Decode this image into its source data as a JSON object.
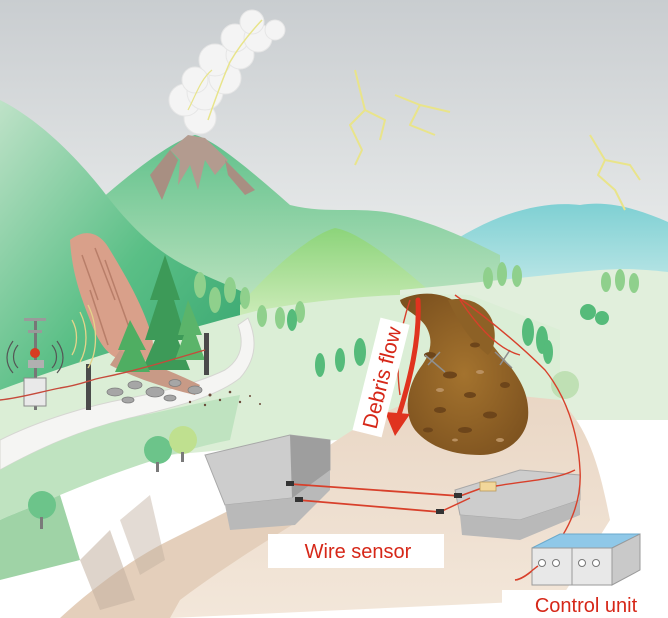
{
  "labels": {
    "debris_flow": "Debris flow",
    "wire_sensor": "Wire sensor",
    "control_unit": "Control unit"
  },
  "colors": {
    "sky_top": "#cfd3d6",
    "sky_bottom": "#f1f3f2",
    "mountain_green": "#46b27a",
    "mountain_light": "#9fd6a3",
    "meadow": "#d9ecd6",
    "road": "#f4f4f2",
    "ground_beige": "#ecdccc",
    "debris_brown": "#9c6a2b",
    "debris_dark": "#7a4e1e",
    "wire_red": "#d8402b",
    "arrow_red": "#e0331f",
    "label_red": "#d62718",
    "control_unit_blue": "#8fc8e8",
    "concrete": "#c9c9c9",
    "lightning": "#e7e48a"
  }
}
